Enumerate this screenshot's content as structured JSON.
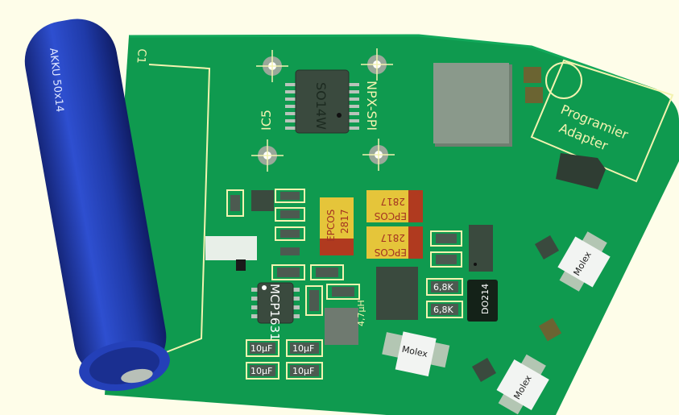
{
  "battery": {
    "label": "AKKU 50x14",
    "ref": "C1"
  },
  "ic5": {
    "body": "SO14W",
    "ref": "IC5",
    "connector": "NPX-SPI"
  },
  "programmer": {
    "line1": "Programier",
    "line2": "Adapter"
  },
  "capacitors": [
    {
      "brand": "EPCOS",
      "code": "2817"
    },
    {
      "brand": "EPCOS",
      "code": "2817"
    },
    {
      "brand": "EPCOS",
      "code": "2817"
    }
  ],
  "regulator": {
    "body": "MCP1631"
  },
  "inductor": {
    "value": "4,7µH"
  },
  "small_caps": [
    "10µF",
    "10µF",
    "10µF",
    "10µF"
  ],
  "resistors": [
    "6,8K",
    "6,8K"
  ],
  "diode": {
    "body": "DO214"
  },
  "connectors": [
    "Molex",
    "Molex",
    "Molex"
  ],
  "colors": {
    "board": "#0f9a4f",
    "silk": "#f3f3b0",
    "battery": "#1f3aa8",
    "background": "#fefde9"
  }
}
